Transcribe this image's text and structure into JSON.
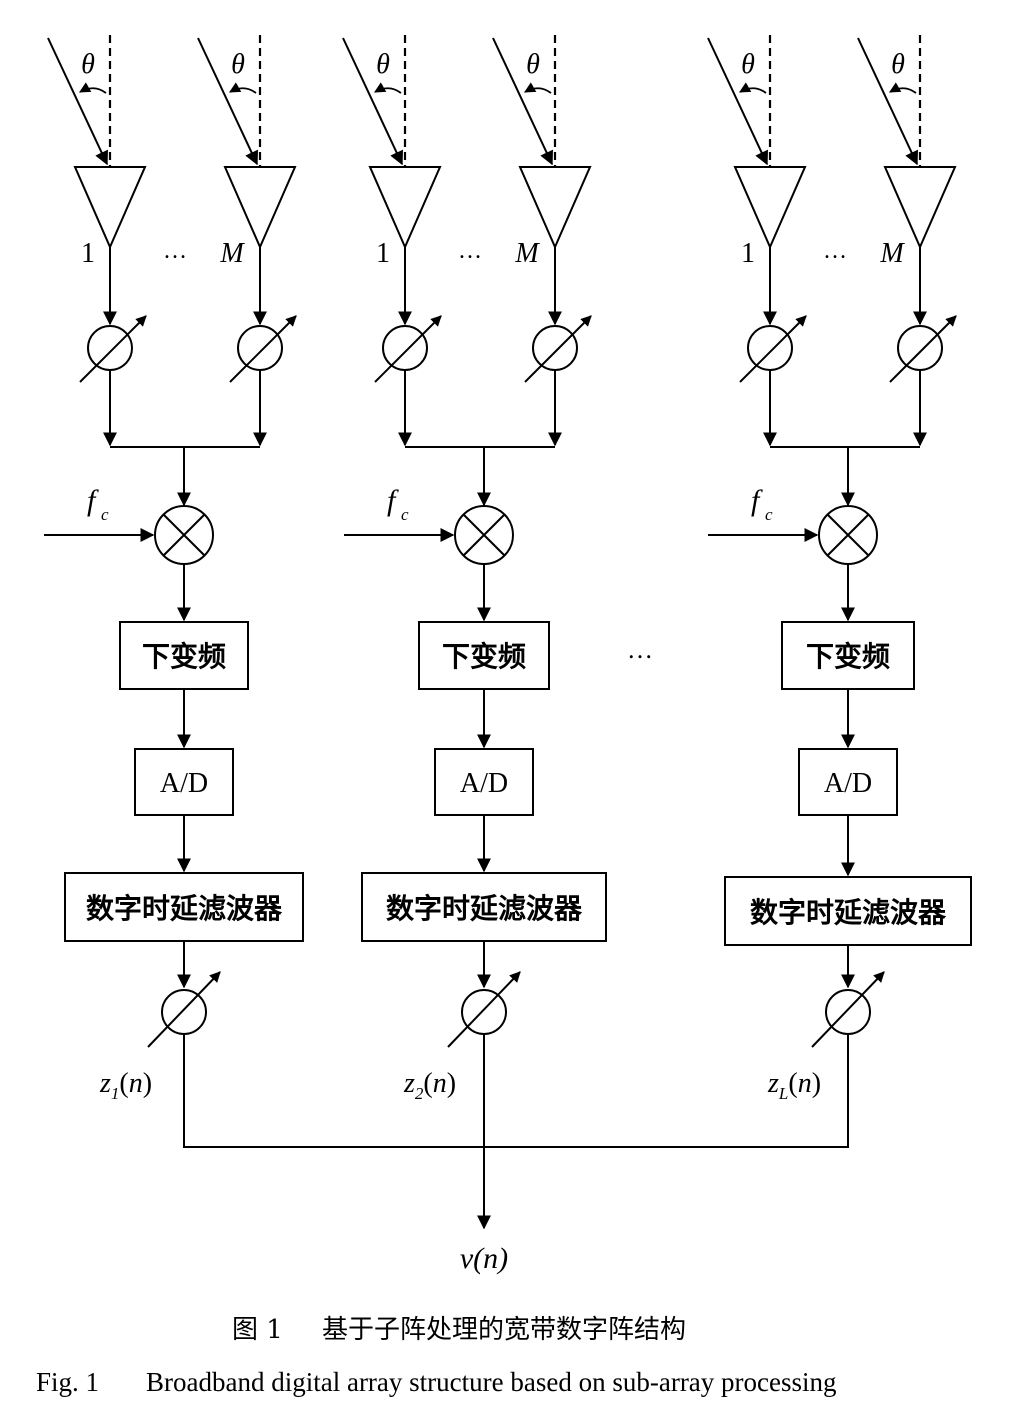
{
  "labels": {
    "theta": "θ",
    "elem_first": "1",
    "elem_last": "M",
    "elem_dots": "…",
    "freq_f": "f",
    "freq_sub": "c",
    "downconv": "下变频",
    "adc": "A/D",
    "filter": "数字时延滤波器",
    "between_dots": "…",
    "output": "v(n)"
  },
  "subarrays": [
    {
      "z_sub": "1"
    },
    {
      "z_sub": "2"
    },
    {
      "z_sub": "L"
    }
  ],
  "caption": {
    "cn_label": "图 1",
    "cn_text": "基于子阵处理的宽带数字阵结构",
    "en_label": "Fig. 1",
    "en_text": "Broadband digital array structure based on sub-array processing"
  },
  "colors": {
    "stroke": "#000000",
    "background": "#ffffff"
  }
}
